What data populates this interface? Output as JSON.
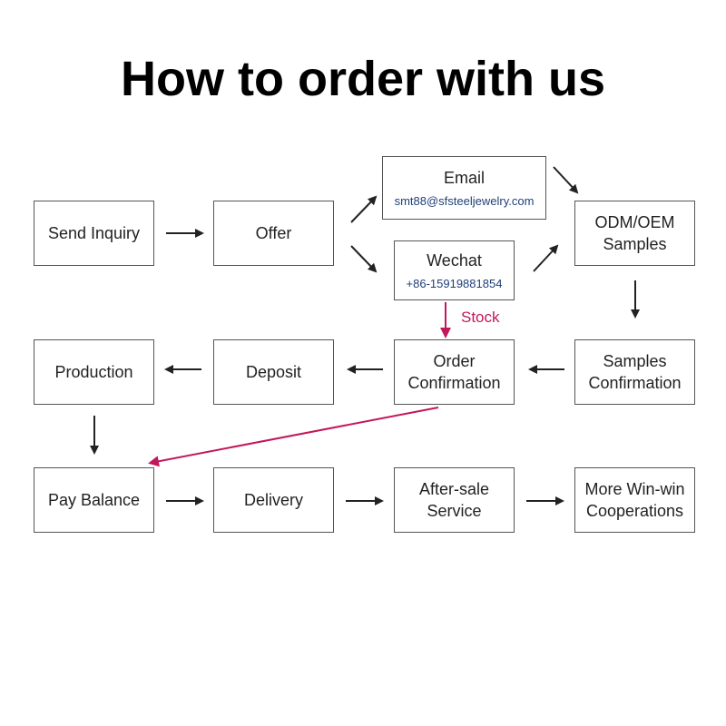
{
  "title": "How to order with us",
  "colors": {
    "arrow": "#222222",
    "highlight": "#c2185b",
    "contact": "#1f3f7a"
  },
  "steps": {
    "send_inquiry": "Send Inquiry",
    "offer": "Offer",
    "email": "Email",
    "email_address": "smt88@sfsteeljewelry.com",
    "wechat": "Wechat",
    "wechat_number": "+86-15919881854",
    "odm_oem": "ODM/OEM\nSamples",
    "samples_confirmation": "Samples\nConfirmation",
    "order_confirmation": "Order\nConfirmation",
    "deposit": "Deposit",
    "production": "Production",
    "pay_balance": "Pay Balance",
    "delivery": "Delivery",
    "after_sale": "After-sale\nService",
    "more_win_win": "More Win-win\nCooperations"
  },
  "stock_label": "Stock"
}
